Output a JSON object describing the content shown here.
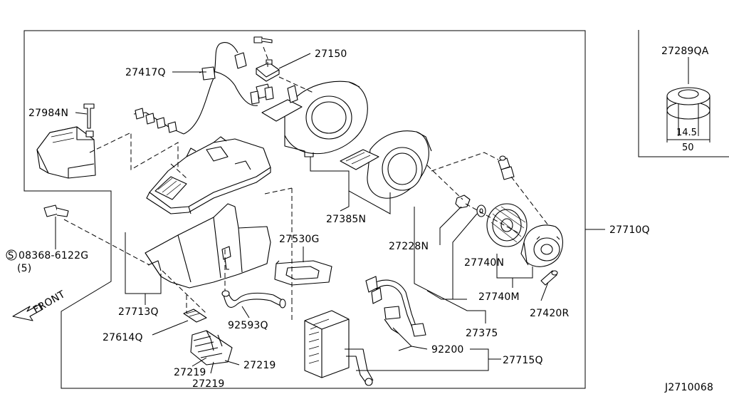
{
  "labels": {
    "p27417Q": "27417Q",
    "p27150": "27150",
    "p27984N": "27984N",
    "p27385N": "27385N",
    "p27289QA": "27289QA",
    "dim145": "14.5",
    "dim50": "50",
    "p27710Q": "27710Q",
    "p27228N": "27228N",
    "p27740N": "27740N",
    "p27740M": "27740M",
    "p27420R": "27420R",
    "p27375": "27375",
    "p27530G": "27530G",
    "p08368": "08368-6122G",
    "p08368_prefix": "S",
    "p08368_qty": "(5)",
    "p27713Q": "27713Q",
    "p92593Q": "92593Q",
    "p27614Q": "27614Q",
    "p92200": "92200",
    "p27715Q": "27715Q",
    "p27219a": "27219",
    "p27219b": "27219",
    "p27219c": "27219",
    "front": "FRONT",
    "diagramId": "J2710068"
  }
}
